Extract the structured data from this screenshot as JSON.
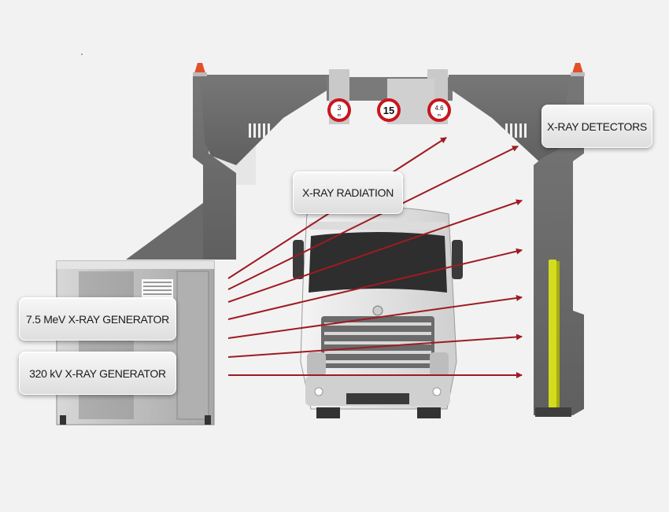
{
  "labels": {
    "xray_radiation": "X-RAY RADIATION",
    "xray_detectors": "X-RAY DETECTORS",
    "generator_75": "7.5 MeV X-RAY GENERATOR",
    "generator_320": "320 kV X-RAY GENERATOR"
  },
  "signs": {
    "left": "3",
    "left_unit": "m",
    "center": "15",
    "right": "4.6",
    "right_unit": "m"
  },
  "colors": {
    "frame": "#6e6e6e",
    "frame_dark": "#555555",
    "arrow": "#9e1b22",
    "detector": "#d4dc1e",
    "beacon": "#e2502a",
    "sign_ring": "#c8161e",
    "background": "#f2f2f2"
  }
}
